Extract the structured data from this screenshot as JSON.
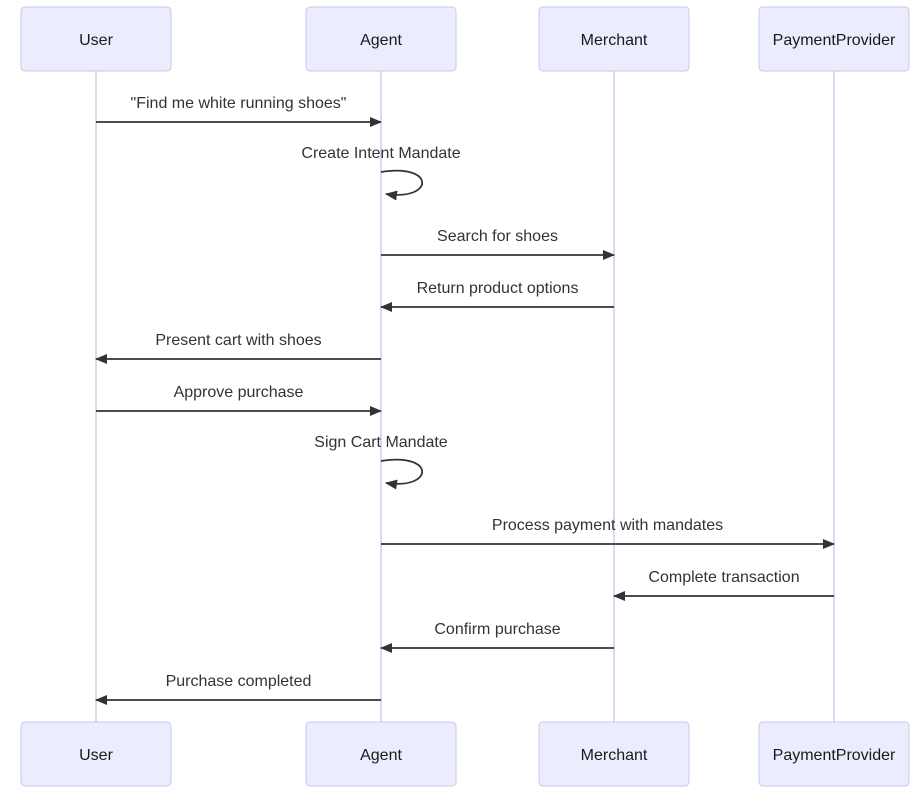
{
  "diagram": {
    "type": "sequence",
    "participants": [
      {
        "id": "user",
        "label": "User"
      },
      {
        "id": "agent",
        "label": "Agent"
      },
      {
        "id": "merchant",
        "label": "Merchant"
      },
      {
        "id": "paymentprovider",
        "label": "PaymentProvider"
      }
    ],
    "messages": [
      {
        "from": "user",
        "to": "agent",
        "label": "\"Find me white running shoes\"",
        "type": "solid"
      },
      {
        "from": "agent",
        "to": "agent",
        "label": "Create Intent Mandate",
        "type": "self"
      },
      {
        "from": "agent",
        "to": "merchant",
        "label": "Search for shoes",
        "type": "solid"
      },
      {
        "from": "merchant",
        "to": "agent",
        "label": "Return product options",
        "type": "solid"
      },
      {
        "from": "agent",
        "to": "user",
        "label": "Present cart with shoes",
        "type": "solid"
      },
      {
        "from": "user",
        "to": "agent",
        "label": "Approve purchase",
        "type": "solid"
      },
      {
        "from": "agent",
        "to": "agent",
        "label": "Sign Cart Mandate",
        "type": "self"
      },
      {
        "from": "agent",
        "to": "paymentprovider",
        "label": "Process payment with mandates",
        "type": "solid"
      },
      {
        "from": "paymentprovider",
        "to": "merchant",
        "label": "Complete transaction",
        "type": "solid"
      },
      {
        "from": "merchant",
        "to": "agent",
        "label": "Confirm purchase",
        "type": "solid"
      },
      {
        "from": "agent",
        "to": "user",
        "label": "Purchase completed",
        "type": "solid"
      }
    ],
    "colors": {
      "background": "#FFFFFF",
      "actor_fill": "#ECECFF",
      "actor_border": "#C8C8E8",
      "actor_text": "#1A1A1A",
      "lifeline": "#D2CBEC",
      "arrow": "#333333",
      "message_text": "#333333"
    }
  }
}
